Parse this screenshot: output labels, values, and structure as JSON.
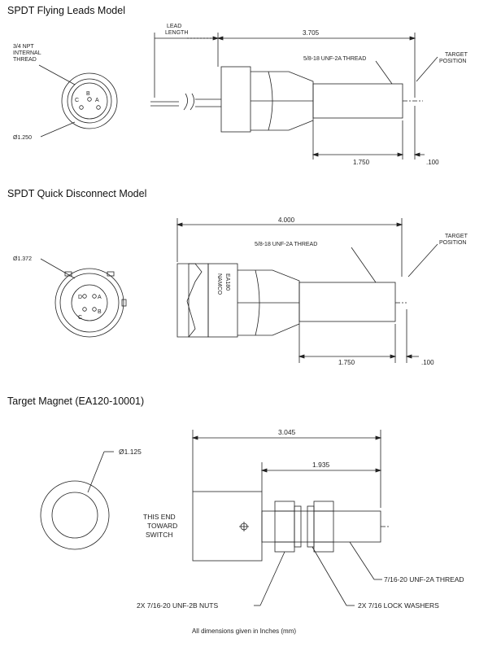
{
  "sections": [
    {
      "title": "SPDT Flying Leads Model",
      "labels": {
        "npt": [
          "3/4 NPT",
          "INTERNAL",
          "THREAD"
        ],
        "pins": [
          "C",
          "B",
          "A"
        ],
        "diameter": "Ø1.250",
        "lead_length": [
          "LEAD",
          "LENGTH"
        ],
        "overall": "3.705",
        "thread": "5/8-18 UNF-2A THREAD",
        "target": [
          "TARGET",
          "POSITION"
        ],
        "dim_a": "1.750",
        "dim_b": ".100"
      }
    },
    {
      "title": "SPDT Quick Disconnect Model",
      "labels": {
        "diameter": "Ø1.372",
        "pins": [
          "D",
          "C",
          "A",
          "B"
        ],
        "overall": "4.000",
        "thread": "5/8-18 UNF-2A THREAD",
        "target": [
          "TARGET",
          "POSITION"
        ],
        "body_text": [
          "NAMCO",
          "EA180"
        ],
        "dim_a": "1.750",
        "dim_b": ".100"
      }
    },
    {
      "title": "Target Magnet (EA120-10001)",
      "labels": {
        "diameter": "Ø1.125",
        "overall": "3.045",
        "inner": "1.935",
        "this_end": [
          "THIS END",
          "TOWARD",
          "SWITCH"
        ],
        "thread": "7/16-20 UNF-2A THREAD",
        "nuts": "2X 7/16-20 UNF-2B NUTS",
        "washers": "2X 7/16 LOCK WASHERS"
      }
    }
  ],
  "footer": "All dimensions given in Inches (mm)"
}
